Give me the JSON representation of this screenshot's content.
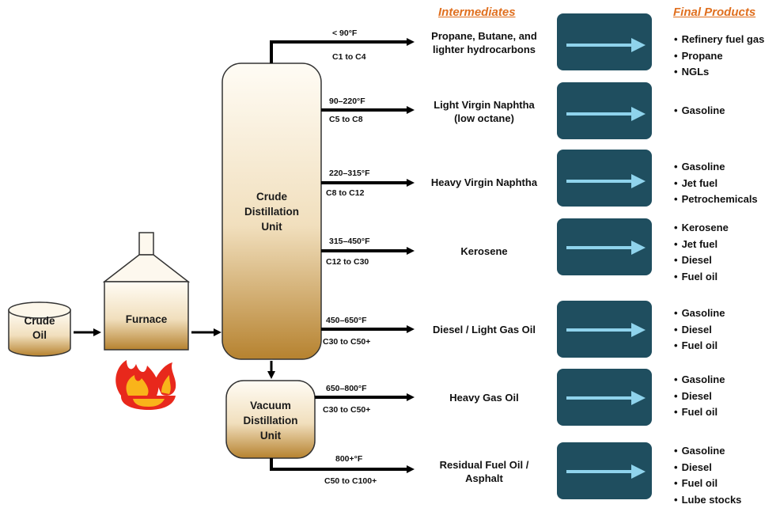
{
  "headers": {
    "intermediates": "Intermediates",
    "final_products": "Final Products"
  },
  "units": {
    "crude_oil": [
      "Crude",
      "Oil"
    ],
    "furnace": "Furnace",
    "crude_distillation": [
      "Crude",
      "Distillation",
      "Unit"
    ],
    "vacuum_distillation": [
      "Vacuum",
      "Distillation",
      "Unit"
    ]
  },
  "streams": [
    {
      "temp": "< 90°F",
      "carbon": "C1 to C4",
      "intermediate": [
        "Propane, Butane, and",
        "lighter hydrocarbons"
      ],
      "products": [
        "Refinery fuel gas",
        "Propane",
        "NGLs"
      ]
    },
    {
      "temp": "90–220°F",
      "carbon": "C5 to C8",
      "intermediate": [
        "Light Virgin Naphtha",
        "(low octane)"
      ],
      "products": [
        "Gasoline"
      ]
    },
    {
      "temp": "220–315°F",
      "carbon": "C8 to C12",
      "intermediate": [
        "Heavy Virgin Naphtha"
      ],
      "products": [
        "Gasoline",
        "Jet fuel",
        "Petrochemicals"
      ]
    },
    {
      "temp": "315–450°F",
      "carbon": "C12 to C30",
      "intermediate": [
        "Kerosene"
      ],
      "products": [
        "Kerosene",
        "Jet fuel",
        "Diesel",
        "Fuel oil"
      ]
    },
    {
      "temp": "450–650°F",
      "carbon": "C30 to C50+",
      "intermediate": [
        "Diesel / Light Gas Oil"
      ],
      "products": [
        "Gasoline",
        "Diesel",
        "Fuel oil"
      ]
    },
    {
      "temp": "650–800°F",
      "carbon": "C30 to C50+",
      "intermediate": [
        "Heavy Gas Oil"
      ],
      "products": [
        "Gasoline",
        "Diesel",
        "Fuel oil"
      ]
    },
    {
      "temp": "800+°F",
      "carbon": "C50 to C100+",
      "intermediate": [
        "Residual Fuel Oil /",
        "Asphalt"
      ],
      "products": [
        "Gasoline",
        "Diesel",
        "Fuel oil",
        "Lube stocks"
      ]
    }
  ],
  "colors": {
    "accent": "#e07020",
    "box_dark": "#1f4e5f",
    "box_arrow": "#8fd3ec",
    "vessel_top": "#fdf8ee",
    "vessel_bottom": "#b88434",
    "line": "#000000"
  }
}
